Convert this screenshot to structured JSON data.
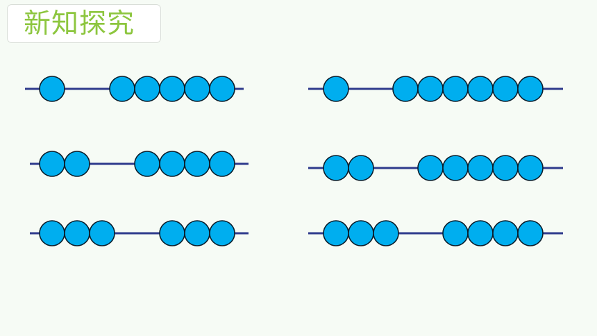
{
  "header": {
    "title": "新知探究"
  },
  "colors": {
    "background": "#f6fbf5",
    "title_text": "#8dc63f",
    "rod": "#2e3a8c",
    "bead_fill": "#00aeef",
    "bead_stroke": "#0a1e2c"
  },
  "abacus_groups": [
    {
      "id": "left-1",
      "left_beads": 1,
      "right_beads": 5
    },
    {
      "id": "left-2",
      "left_beads": 2,
      "right_beads": 4
    },
    {
      "id": "left-3",
      "left_beads": 3,
      "right_beads": 3
    },
    {
      "id": "right-1",
      "left_beads": 1,
      "right_beads": 6
    },
    {
      "id": "right-2",
      "left_beads": 2,
      "right_beads": 5
    },
    {
      "id": "right-3",
      "left_beads": 3,
      "right_beads": 4
    }
  ]
}
